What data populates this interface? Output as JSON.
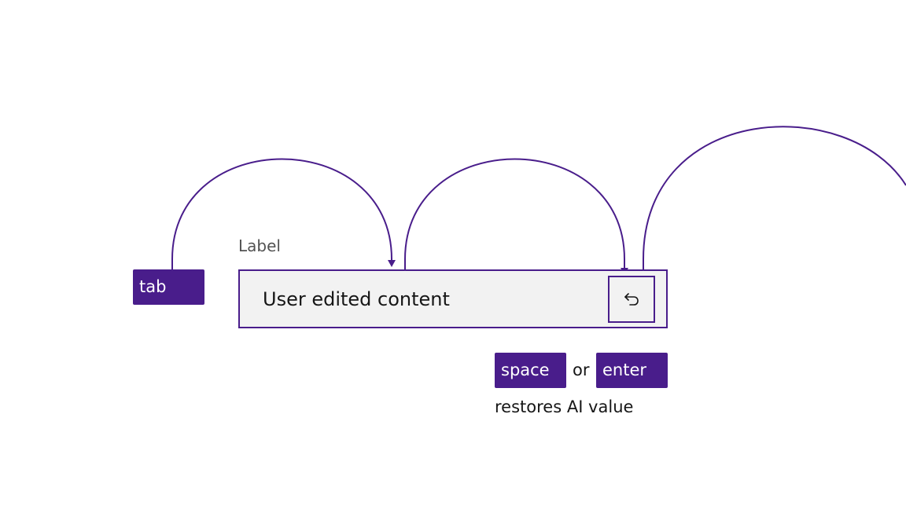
{
  "keys": {
    "tab": "tab",
    "space": "space",
    "enter": "enter"
  },
  "connector": "or",
  "note": "restores AI value",
  "field": {
    "label": "Label",
    "value": "User edited content",
    "revert_icon": "undo-icon"
  },
  "colors": {
    "accent": "#491d8b",
    "field_bg": "#f2f2f2",
    "text": "#161616",
    "label_text": "#525252"
  }
}
